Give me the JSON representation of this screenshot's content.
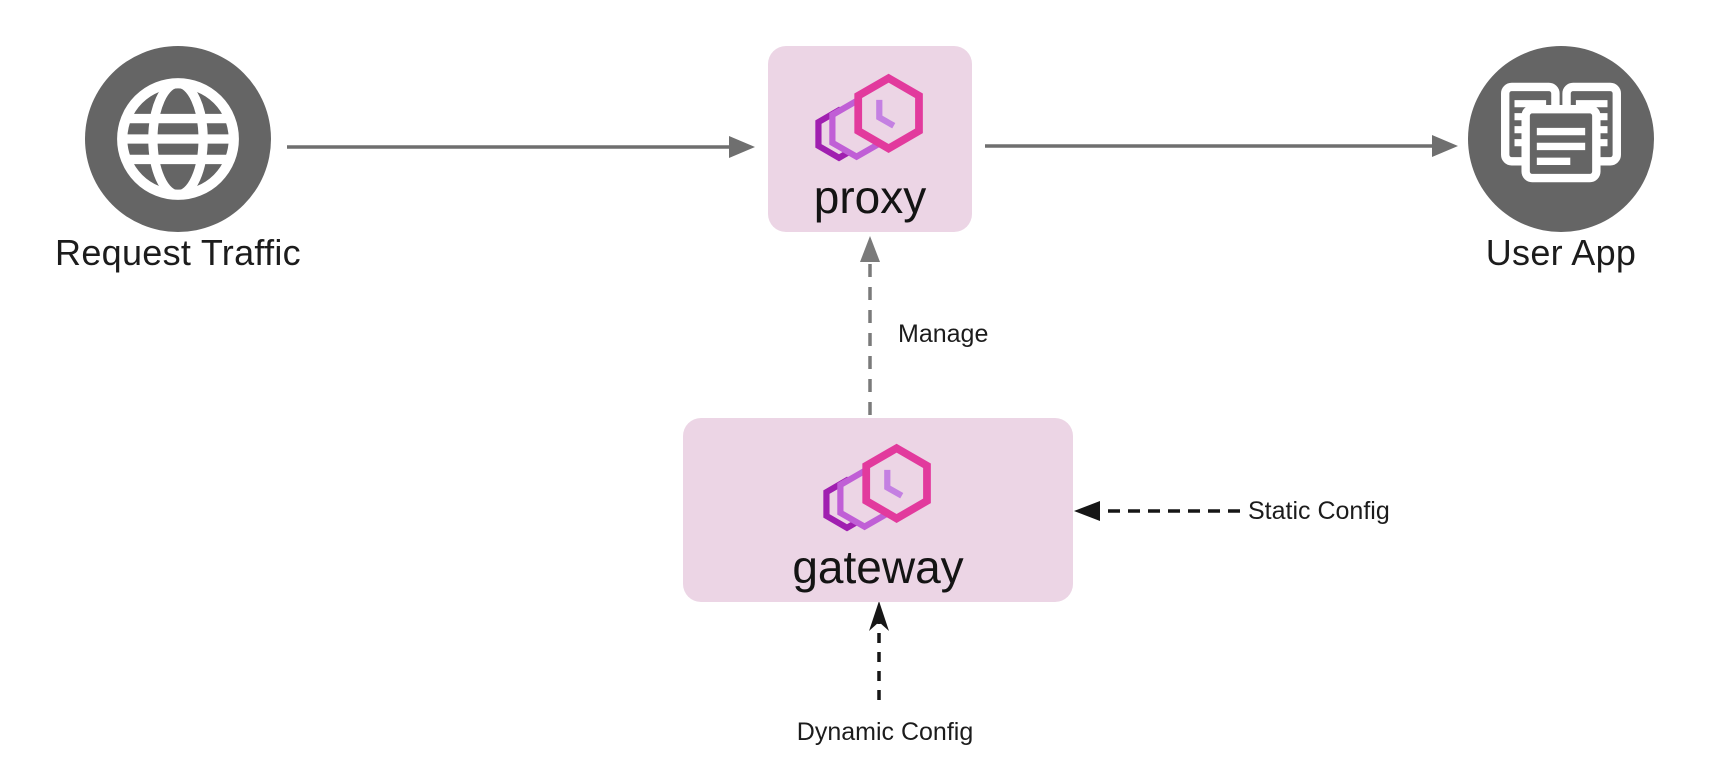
{
  "colors": {
    "node_circle_gray": "#656565",
    "box_pink": "#ecd5e5",
    "arrow_gray": "#6f6f6f",
    "manage_arrow_gray": "#7a7a7a",
    "config_arrow_black": "#161616",
    "text_dark": "#1c1c1c",
    "icon_white": "#ffffff",
    "logo_front_pink": "#e23a9d",
    "logo_mid_orchid": "#c05fd6",
    "logo_back_purple": "#a01fb0",
    "logo_inner_lilac": "#c480e2"
  },
  "nodes": {
    "request_traffic": {
      "label": "Request Traffic",
      "icon": "globe-icon",
      "shape": "circle"
    },
    "proxy": {
      "label": "proxy",
      "icon": "traefik-logo-icon",
      "shape": "rounded-box"
    },
    "user_app": {
      "label": "User App",
      "icon": "app-stack-icon",
      "shape": "circle"
    },
    "gateway": {
      "label": "gateway",
      "icon": "traefik-logo-icon",
      "shape": "rounded-box"
    }
  },
  "edges": {
    "request_to_proxy": {
      "label": "",
      "from": "request_traffic",
      "to": "proxy",
      "style": "solid-gray-arrow"
    },
    "proxy_to_user_app": {
      "label": "",
      "from": "proxy",
      "to": "user_app",
      "style": "solid-gray-arrow"
    },
    "manage": {
      "label": "Manage",
      "from": "gateway",
      "to": "proxy",
      "style": "dashed-gray-arrow"
    },
    "static_config": {
      "label": "Static Config",
      "to": "gateway",
      "style": "dashed-black-arrow"
    },
    "dynamic_config": {
      "label": "Dynamic Config",
      "to": "gateway",
      "style": "dashed-black-arrow"
    }
  }
}
